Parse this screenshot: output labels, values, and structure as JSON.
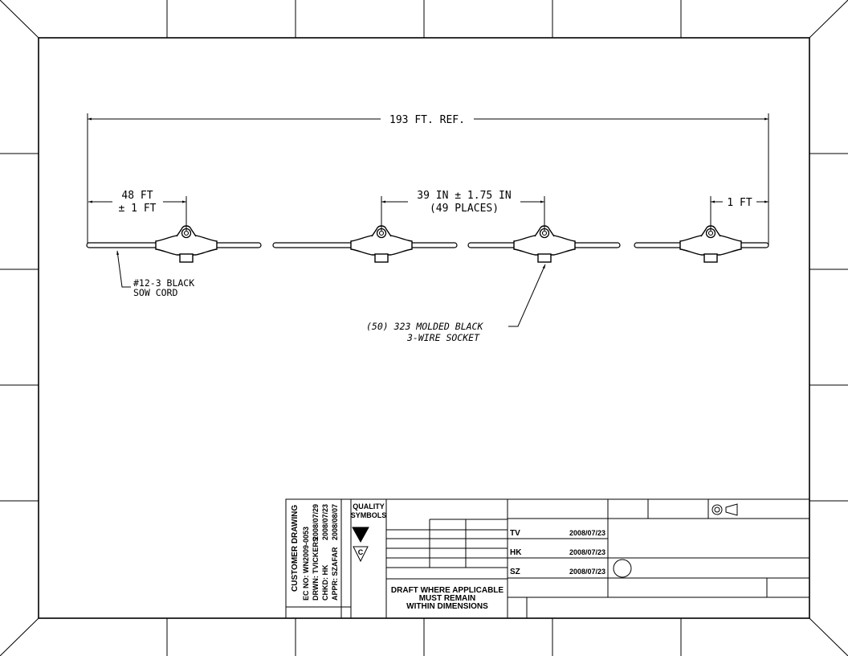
{
  "dimensions": {
    "overall": "193 FT. REF.",
    "lead_line1": "48 FT",
    "lead_line2": "± 1 FT",
    "spacing_line1": "39 IN ± 1.75 IN",
    "spacing_line2": "(49 PLACES)",
    "tail": "1 FT"
  },
  "callouts": {
    "cord_line1": "#12-3 BLACK",
    "cord_line2": "SOW CORD",
    "socket_line1": "(50) 323 MOLDED BLACK",
    "socket_line2": "3-WIRE SOCKET"
  },
  "title_block": {
    "drawing_type": "CUSTOMER DRAWING",
    "ec_no": "EC NO: WN2009-0053",
    "drwn": "DRWN: TVICKERS",
    "drwn_date": "2008/07/29",
    "chkd": "CHKD: HK",
    "chkd_date": "2008/07/23",
    "appr": "APPR: SZAFAR",
    "appr_date": "2008/08/07",
    "quality_symbols_line1": "QUALITY",
    "quality_symbols_line2": "SYMBOLS",
    "draft_line1": "DRAFT WHERE APPLICABLE",
    "draft_line2": "MUST REMAIN",
    "draft_line3": "WITHIN DIMENSIONS",
    "approvals": [
      {
        "initials": "TV",
        "date": "2008/07/23"
      },
      {
        "initials": "HK",
        "date": "2008/07/23"
      },
      {
        "initials": "SZ",
        "date": "2008/07/23"
      }
    ],
    "c_symbol": "C"
  }
}
